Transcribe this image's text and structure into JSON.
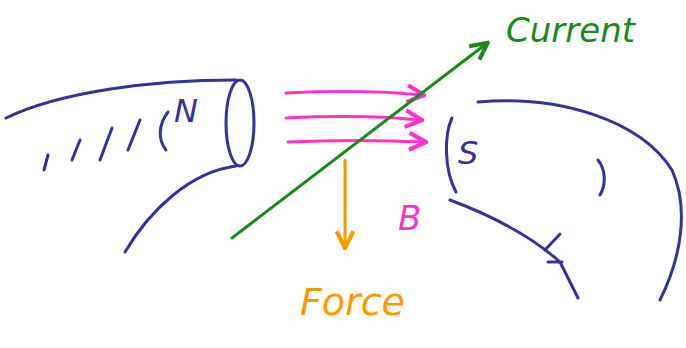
{
  "diagram": {
    "labels": [
      "N",
      "S",
      "Current",
      "B",
      "Force"
    ]
  }
}
